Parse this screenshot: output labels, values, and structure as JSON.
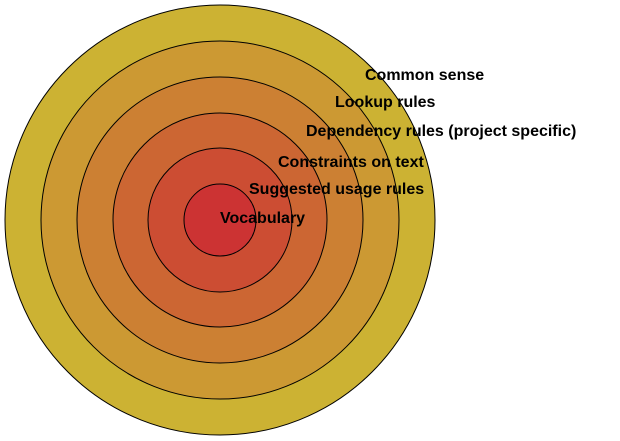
{
  "layers": [
    {
      "label": "Common sense",
      "color": "#CCB233"
    },
    {
      "label": "Lookup rules",
      "color": "#CC9933"
    },
    {
      "label": "Dependency rules (project specific)",
      "color": "#CC8033"
    },
    {
      "label": "Constraints on text",
      "color": "#CC6633"
    },
    {
      "label": "Suggested usage rules",
      "color": "#CC4D33"
    },
    {
      "label": "Vocabulary",
      "color": "#CC3333"
    }
  ]
}
